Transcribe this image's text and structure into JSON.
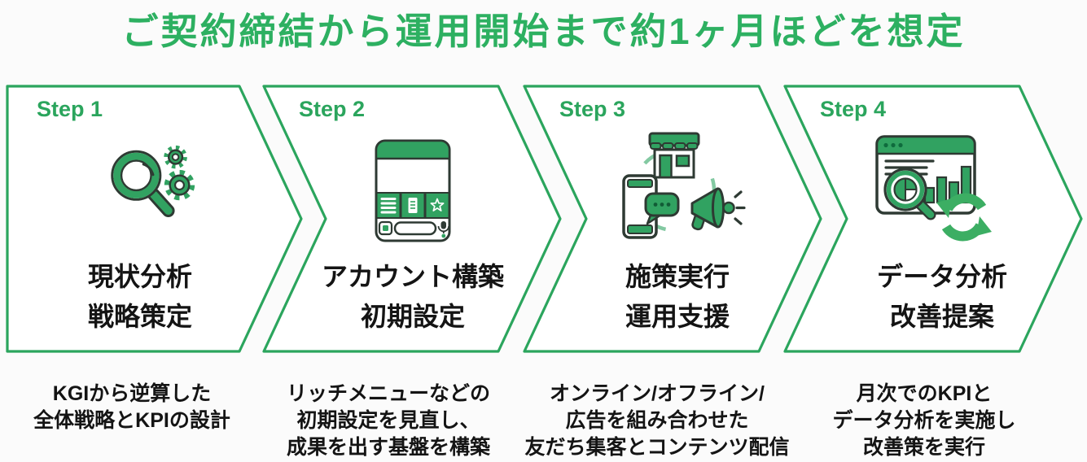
{
  "title": "ご契約締結から運用開始まで約1ヶ月ほどを想定",
  "colors": {
    "accent_green": "#2db061",
    "chevron_border_green": "#2ba55d",
    "icon_green": "#31a261",
    "icon_outline": "#2e3a33",
    "light_green_arc": "#83c9a2",
    "text_black": "#141414"
  },
  "steps": [
    {
      "label": "Step 1",
      "icon": "magnifier-gears-icon",
      "heading": [
        "現状分析",
        "戦略策定"
      ],
      "caption": [
        "KGIから逆算した",
        "全体戦略とKPIの設計"
      ]
    },
    {
      "label": "Step 2",
      "icon": "phone-richmenu-icon",
      "heading": [
        "アカウント構築",
        "初期設定"
      ],
      "caption": [
        "リッチメニューなどの",
        "初期設定を見直し、",
        "成果を出す基盤を構築"
      ]
    },
    {
      "label": "Step 3",
      "icon": "store-phone-megaphone-icon",
      "heading": [
        "施策実行",
        "運用支援"
      ],
      "caption": [
        "オンライン/オフライン/",
        "広告を組み合わせた",
        "友だち集客とコンテンツ配信"
      ]
    },
    {
      "label": "Step 4",
      "icon": "dashboard-refresh-icon",
      "heading": [
        "データ分析",
        "改善提案"
      ],
      "caption": [
        "月次でのKPIと",
        "データ分析を実施し",
        "改善策を実行"
      ]
    }
  ]
}
